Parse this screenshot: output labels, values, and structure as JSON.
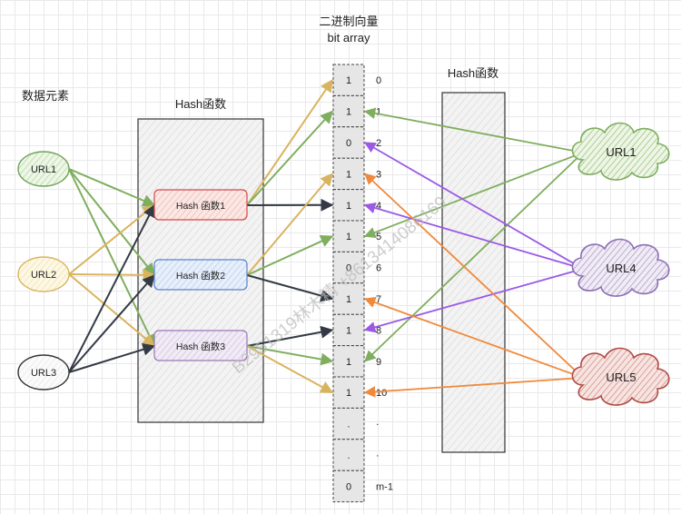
{
  "title_cn": "二进制向量",
  "title_en": "bit array",
  "left_section_label": "数据元素",
  "left_hash_label": "Hash函数",
  "right_hash_label": "Hash函数",
  "watermark": "B2951319林木精 +8613414086169",
  "inputs_left": [
    "URL1",
    "URL2",
    "URL3"
  ],
  "hash_functions": [
    "Hash 函数1",
    "Hash 函数2",
    "Hash 函数3"
  ],
  "bits": [
    "1",
    "1",
    "0",
    "1",
    "1",
    "1",
    "0",
    "1",
    "1",
    "1",
    "1",
    ".",
    ".",
    "0"
  ],
  "indices": [
    "0",
    "1",
    "2",
    "3",
    "4",
    "5",
    "6",
    "7",
    "8",
    "9",
    "10",
    "·",
    "·",
    "m-1"
  ],
  "inputs_right": [
    "URL1",
    "URL4",
    "URL5"
  ],
  "colors": {
    "url1": "#7fae5e",
    "url2": "#d9b45f",
    "url3": "#333a45",
    "url4": "#9b59e6",
    "url5": "#ef8a3c",
    "hash1_border": "#d14a4a",
    "hash2_border": "#5a85c8",
    "hash3_border": "#9a78b8"
  }
}
